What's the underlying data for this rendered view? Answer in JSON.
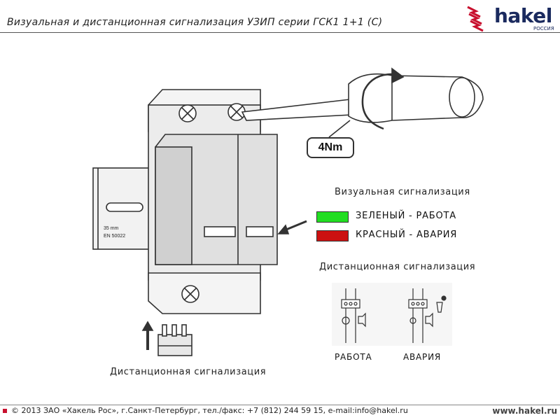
{
  "header": {
    "title": "Визуальная и дистанционная сигнализация УЗИП серии ГСК1 1+1 (С)",
    "logo": {
      "brand": "hakel",
      "sub": "РОССИЯ",
      "brand_color": "#1a2a5e",
      "accent_color": "#c8102e"
    }
  },
  "diagram": {
    "torque_label": "4Nm",
    "din_rail_text": [
      "35 mm",
      "EN 50022"
    ],
    "visual_signal": {
      "title": "Визуальная сигнализация",
      "items": [
        {
          "label": "ЗЕЛЕНЫЙ - РАБОТА",
          "color": "#22dd22"
        },
        {
          "label": "КРАСНЫЙ - АВАРИЯ",
          "color": "#cc1111"
        }
      ]
    },
    "remote_signal": {
      "title": "Дистанционная сигнализация",
      "states": [
        "РАБОТА",
        "АВАРИЯ"
      ]
    },
    "bottom_caption": "Дистанционная сигнализация"
  },
  "footer": {
    "copyright": "© 2013 ЗАО «Хакель Рос», г.Санкт-Петербург, тел./факс: +7 (812) 244 59 15, e-mail:info@hakel.ru",
    "url": "www.hakel.ru"
  }
}
